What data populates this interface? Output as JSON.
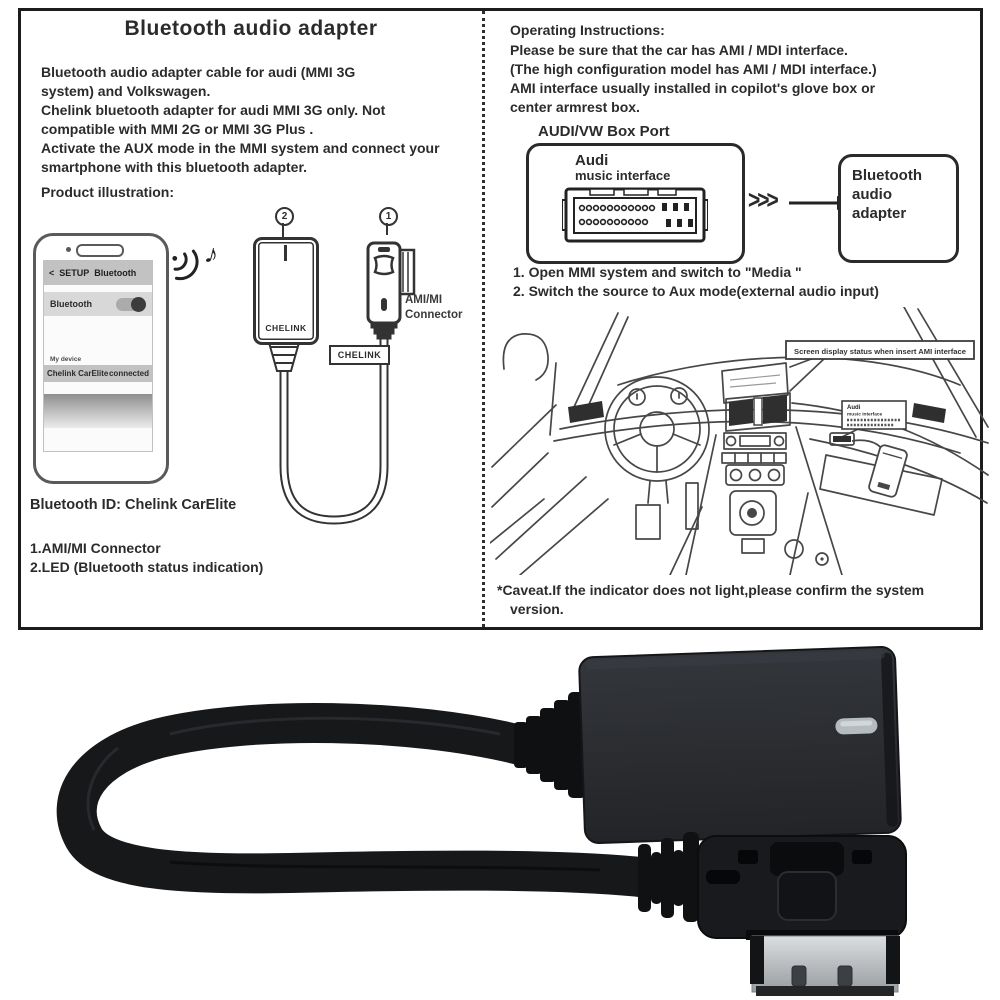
{
  "left": {
    "title": "Bluetooth audio adapter",
    "description_lines": [
      "Bluetooth audio adapter cable for audi (MMI 3G",
      "system) and Volkswagen.",
      "Chelink bluetooth adapter for audi MMI 3G only. Not",
      "compatible with MMI 2G or MMI 3G Plus .",
      "Activate the AUX mode in the MMI system and connect your",
      "smartphone with this bluetooth adapter."
    ],
    "product_illustration_label": "Product illustration:",
    "phone": {
      "back_icon": "<",
      "header_setup": "SETUP",
      "header_bluetooth": "Bluetooth",
      "bluetooth_row_label": "Bluetooth",
      "my_device_label": "My device",
      "device_name": "Chelink CarElite",
      "device_status": "connected"
    },
    "music_note": "♪",
    "callout_2": "2",
    "callout_1": "1",
    "adapter_brand": "CHELINK",
    "cable_tag": "CHELINK",
    "ami_connector_label_line1": "AMI/MI",
    "ami_connector_label_line2": "Connector",
    "bluetooth_id": "Bluetooth ID: Chelink CarElite",
    "legend_lines": [
      "1.AMI/MI Connector",
      "2.LED (Bluetooth status indication)"
    ]
  },
  "right": {
    "heading": "Operating Instructions:",
    "instruction_lines": [
      "Please be sure that the car has AMI / MDI interface.",
      "(The high configuration model has AMI / MDI interface.)",
      "AMI interface usually installed in copilot's glove box or",
      "center armrest box."
    ],
    "box_port_label": "AUDI/VW Box Port",
    "ami_box_line1": "Audi",
    "ami_box_line2": "music interface",
    "adapter_box_lines": [
      "Bluetooth",
      "audio",
      "adapter"
    ],
    "chevrons": ">>>",
    "steps": [
      "1. Open MMI system and switch to \"Media \"",
      "2. Switch the source to Aux mode(external audio input)"
    ],
    "screen_callout": "Screen display status when insert AMI interface",
    "dash_inset_line1": "Audi",
    "dash_inset_line2": "music interface",
    "caveat_lines": [
      "*Caveat.If the indicator does not light,please confirm the system",
      "version."
    ]
  },
  "photo": {
    "module_color": "#2b2d31",
    "cable_color": "#17181a",
    "led_color": "#b5bcc0",
    "metal_color": "#c3c7ca"
  }
}
